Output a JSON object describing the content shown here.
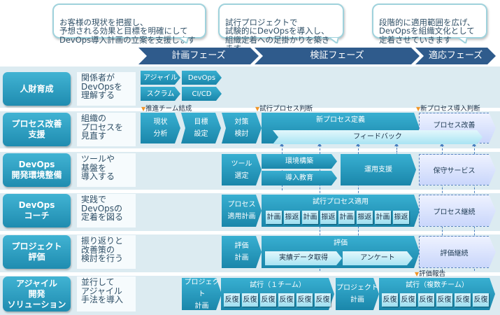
{
  "callouts": [
    {
      "text": "お客様の現状を把握し、\n予想される効果と目標を明確にして\nDevOps導入計画の立案を支援します"
    },
    {
      "text": "試行プロジェクトで\n試験的にDevOpsを導入し、\n組織定着への足掛かりを築きます"
    },
    {
      "text": "段階的に適用範囲を広げ、\nDevOpsを組織文化として\n定着させていきます"
    }
  ],
  "phases": [
    {
      "label": "計画フェーズ"
    },
    {
      "label": "検証フェーズ"
    },
    {
      "label": "適応フェーズ"
    }
  ],
  "colors": {
    "phase_banner": "#2f5b8c",
    "step_blue": "#1f8cb0",
    "row_bg": "#dcebf1",
    "milestone": "#f0962a",
    "dashed_border": "#5a86bd"
  },
  "rows": [
    {
      "category": "人財育成",
      "description": "関係者が\nDevOpsを\n理解する",
      "steps": [
        "アジャイル",
        "DevOps",
        "スクラム",
        "CI/CD"
      ]
    },
    {
      "category": "プロセス改善\n支援",
      "description": "組織の\nプロセスを\n見直す",
      "steps": [
        "現状\n分析",
        "目標\n設定",
        "対策\n検討",
        "新プロセス定義",
        "フィードバック",
        "プロセス改善"
      ]
    },
    {
      "category": "DevOps\n開発環境整備",
      "description": "ツールや\n基盤を\n導入する",
      "steps": [
        "ツール\n選定",
        "環境構築",
        "導入教育",
        "運用支援",
        "保守サービス"
      ]
    },
    {
      "category": "DevOps\nコーチ",
      "description": "実践で\nDevOpsの\n定着を図る",
      "steps": [
        "プロセス\n適用計画",
        "試行プロセス適用",
        "プロセス継続"
      ],
      "cycle": [
        "計画",
        "振返",
        "計画",
        "振返",
        "計画",
        "振返",
        "計画",
        "振返"
      ]
    },
    {
      "category": "プロジェクト\n評価",
      "description": "振り返りと\n改善策の\n検討を行う",
      "steps": [
        "評価\n計画",
        "評価",
        "実績データ取得",
        "アンケート",
        "評価継続"
      ]
    },
    {
      "category": "アジャイル\n開発\nソリューション",
      "description": "並行して\nアジャイル\n手法を導入",
      "steps": [
        "プロジェクト\n計画",
        "試行（１チーム）",
        "プロジェクト\n計画",
        "試行（複数チーム）"
      ],
      "iterations_single": [
        "反復",
        "反復",
        "反復",
        "反復",
        "反復",
        "反復"
      ],
      "iterations_multi": [
        "反復",
        "反復",
        "反復",
        "反復",
        "反復",
        "反復"
      ]
    }
  ],
  "milestones": [
    {
      "label": "推進チーム結成"
    },
    {
      "label": "試行プロセス判断"
    },
    {
      "label": "新プロセス導入判断"
    },
    {
      "label": "評価報告"
    }
  ]
}
